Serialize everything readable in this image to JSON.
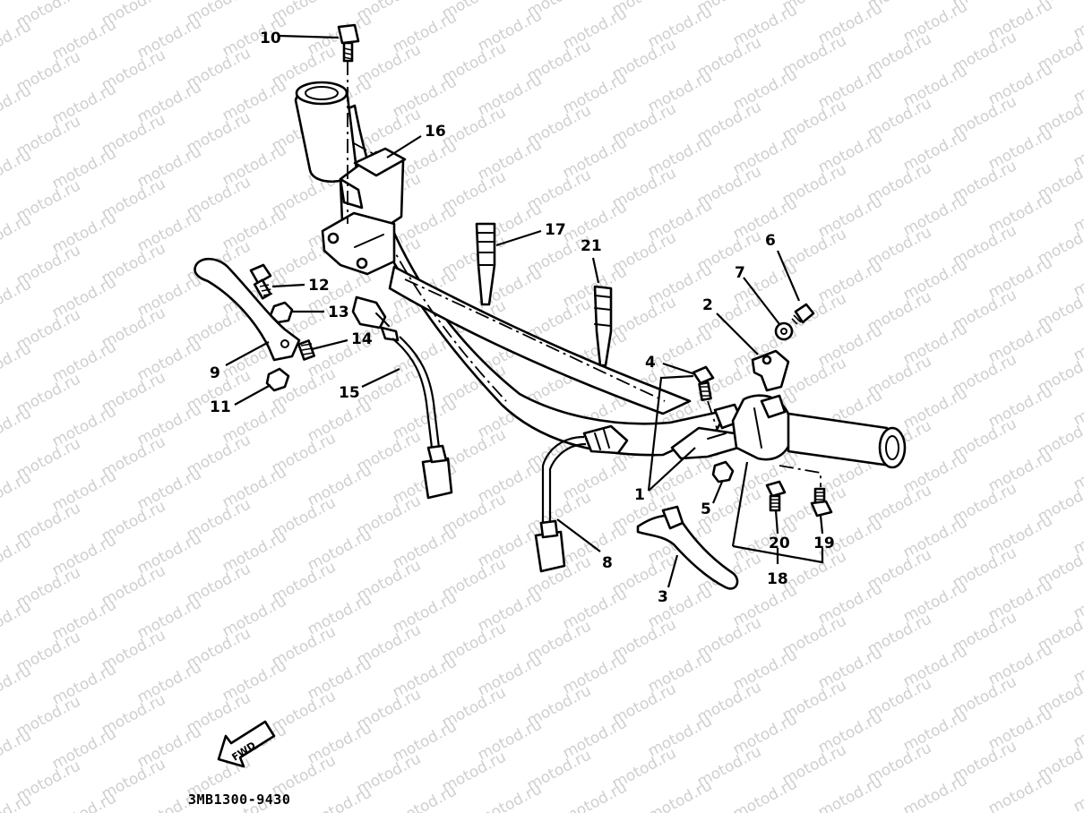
{
  "watermark": "motod.ru",
  "diagram_code": "3MB1300-9430",
  "fwd_label": "FWD",
  "callouts": [
    {
      "id": "c1",
      "text": "1"
    },
    {
      "id": "c2",
      "text": "2"
    },
    {
      "id": "c3",
      "text": "3"
    },
    {
      "id": "c4",
      "text": "4"
    },
    {
      "id": "c5",
      "text": "5"
    },
    {
      "id": "c6",
      "text": "6"
    },
    {
      "id": "c7",
      "text": "7"
    },
    {
      "id": "c8",
      "text": "8"
    },
    {
      "id": "c9",
      "text": "9"
    },
    {
      "id": "c10",
      "text": "10"
    },
    {
      "id": "c11",
      "text": "11"
    },
    {
      "id": "c12",
      "text": "12"
    },
    {
      "id": "c13",
      "text": "13"
    },
    {
      "id": "c14",
      "text": "14"
    },
    {
      "id": "c15",
      "text": "15"
    },
    {
      "id": "c16",
      "text": "16"
    },
    {
      "id": "c17",
      "text": "17"
    },
    {
      "id": "c18",
      "text": "18"
    },
    {
      "id": "c19",
      "text": "19"
    },
    {
      "id": "c20",
      "text": "20"
    },
    {
      "id": "c21",
      "text": "21"
    }
  ]
}
